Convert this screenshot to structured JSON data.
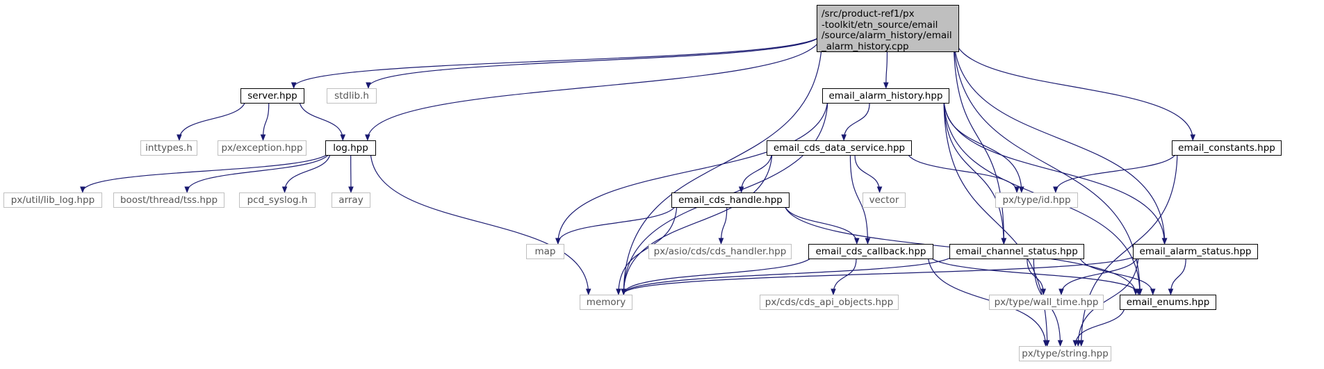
{
  "colors": {
    "edge": "#191970",
    "border": "#000000",
    "ext_border": "#bfbfbf",
    "root_fill": "#bfbfbf"
  },
  "nodes": {
    "root": {
      "lines": [
        "/src/product-ref1/px",
        "-toolkit/etn_source/email",
        "/source/alarm_history/email",
        "_alarm_history.cpp"
      ]
    },
    "server_hpp": "server.hpp",
    "stdlib_h": "stdlib.h",
    "email_alarm_history_hpp": "email_alarm_history.hpp",
    "email_constants_hpp": "email_constants.hpp",
    "inttypes_h": "inttypes.h",
    "px_exception_hpp": "px/exception.hpp",
    "log_hpp": "log.hpp",
    "email_cds_data_service_hpp": "email_cds_data_service.hpp",
    "px_util_lib_log_hpp": "px/util/lib_log.hpp",
    "boost_thread_tss_hpp": "boost/thread/tss.hpp",
    "pcd_syslog_h": "pcd_syslog.h",
    "array": "array",
    "email_cds_handle_hpp": "email_cds_handle.hpp",
    "vector": "vector",
    "px_type_id_hpp": "px/type/id.hpp",
    "map": "map",
    "px_asio_cds_cds_handler_hpp": "px/asio/cds/cds_handler.hpp",
    "email_cds_callback_hpp": "email_cds_callback.hpp",
    "email_channel_status_hpp": "email_channel_status.hpp",
    "email_alarm_status_hpp": "email_alarm_status.hpp",
    "memory": "memory",
    "px_cds_cds_api_objects_hpp": "px/cds/cds_api_objects.hpp",
    "px_type_wall_time_hpp": "px/type/wall_time.hpp",
    "email_enums_hpp": "email_enums.hpp",
    "px_type_string_hpp": "px/type/string.hpp"
  },
  "edges": [
    [
      "root",
      "server_hpp"
    ],
    [
      "root",
      "stdlib_h"
    ],
    [
      "root",
      "log_hpp"
    ],
    [
      "root",
      "memory"
    ],
    [
      "root",
      "email_alarm_history_hpp"
    ],
    [
      "root",
      "email_channel_status_hpp"
    ],
    [
      "root",
      "email_alarm_status_hpp"
    ],
    [
      "root",
      "email_constants_hpp"
    ],
    [
      "root",
      "email_enums_hpp"
    ],
    [
      "server_hpp",
      "inttypes_h"
    ],
    [
      "server_hpp",
      "px_exception_hpp"
    ],
    [
      "server_hpp",
      "log_hpp"
    ],
    [
      "log_hpp",
      "px_util_lib_log_hpp"
    ],
    [
      "log_hpp",
      "boost_thread_tss_hpp"
    ],
    [
      "log_hpp",
      "pcd_syslog_h"
    ],
    [
      "log_hpp",
      "array"
    ],
    [
      "log_hpp",
      "memory"
    ],
    [
      "email_alarm_history_hpp",
      "memory"
    ],
    [
      "email_alarm_history_hpp",
      "px_type_string_hpp"
    ],
    [
      "email_alarm_history_hpp",
      "map"
    ],
    [
      "email_alarm_history_hpp",
      "email_cds_data_service_hpp"
    ],
    [
      "email_alarm_history_hpp",
      "px_type_id_hpp"
    ],
    [
      "email_alarm_history_hpp",
      "email_channel_status_hpp"
    ],
    [
      "email_alarm_history_hpp",
      "email_alarm_status_hpp"
    ],
    [
      "email_alarm_history_hpp",
      "email_enums_hpp"
    ],
    [
      "email_cds_data_service_hpp",
      "memory"
    ],
    [
      "email_cds_data_service_hpp",
      "email_cds_handle_hpp"
    ],
    [
      "email_cds_data_service_hpp",
      "email_cds_callback_hpp"
    ],
    [
      "email_cds_data_service_hpp",
      "vector"
    ],
    [
      "email_cds_data_service_hpp",
      "px_type_id_hpp"
    ],
    [
      "email_constants_hpp",
      "px_type_id_hpp"
    ],
    [
      "email_constants_hpp",
      "px_type_string_hpp"
    ],
    [
      "email_cds_handle_hpp",
      "map"
    ],
    [
      "email_cds_handle_hpp",
      "memory"
    ],
    [
      "email_cds_handle_hpp",
      "px_asio_cds_cds_handler_hpp"
    ],
    [
      "email_cds_handle_hpp",
      "email_cds_callback_hpp"
    ],
    [
      "email_cds_handle_hpp",
      "email_enums_hpp"
    ],
    [
      "email_cds_callback_hpp",
      "memory"
    ],
    [
      "email_cds_callback_hpp",
      "px_cds_cds_api_objects_hpp"
    ],
    [
      "email_cds_callback_hpp",
      "px_type_string_hpp"
    ],
    [
      "email_cds_callback_hpp",
      "email_enums_hpp"
    ],
    [
      "email_channel_status_hpp",
      "memory"
    ],
    [
      "email_channel_status_hpp",
      "px_type_string_hpp"
    ],
    [
      "email_channel_status_hpp",
      "px_type_wall_time_hpp"
    ],
    [
      "email_channel_status_hpp",
      "email_enums_hpp"
    ],
    [
      "email_alarm_status_hpp",
      "memory"
    ],
    [
      "email_alarm_status_hpp",
      "px_type_wall_time_hpp"
    ],
    [
      "email_alarm_status_hpp",
      "email_enums_hpp"
    ],
    [
      "email_alarm_status_hpp",
      "px_type_string_hpp"
    ],
    [
      "email_enums_hpp",
      "px_type_string_hpp"
    ]
  ]
}
